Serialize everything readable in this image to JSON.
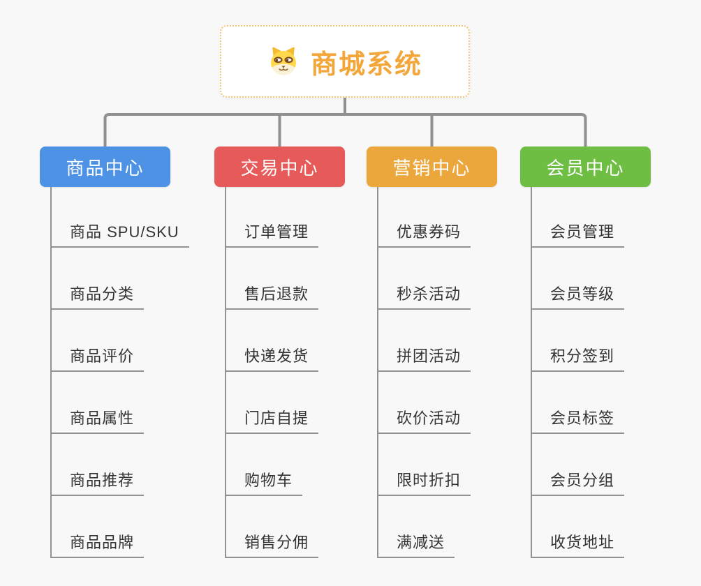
{
  "root": {
    "title": "商城系统",
    "icon": "shiba-dog-face",
    "title_color": "#f3a73b",
    "border_color": "#f6c679"
  },
  "connector_color": "#909090",
  "branches": [
    {
      "label": "商品中心",
      "color": "#4d92e5",
      "items": [
        "商品 SPU/SKU",
        "商品分类",
        "商品评价",
        "商品属性",
        "商品推荐",
        "商品品牌"
      ]
    },
    {
      "label": "交易中心",
      "color": "#e65a5a",
      "items": [
        "订单管理",
        "售后退款",
        "快递发货",
        "门店自提",
        "购物车",
        "销售分佣"
      ]
    },
    {
      "label": "营销中心",
      "color": "#eba63c",
      "items": [
        "优惠券码",
        "秒杀活动",
        "拼团活动",
        "砍价活动",
        "限时折扣",
        "满减送"
      ]
    },
    {
      "label": "会员中心",
      "color": "#6fbe44",
      "items": [
        "会员管理",
        "会员等级",
        "积分签到",
        "会员标签",
        "会员分组",
        "收货地址"
      ]
    }
  ]
}
